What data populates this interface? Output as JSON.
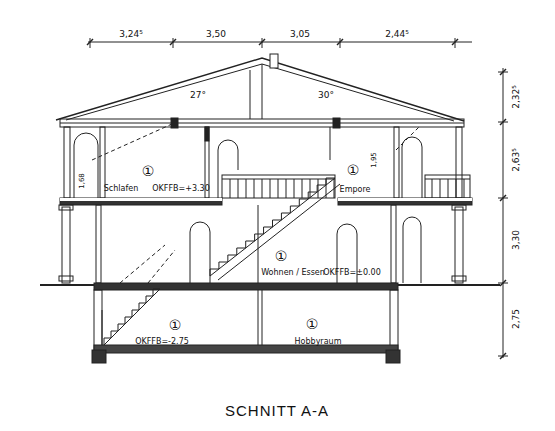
{
  "diagram": {
    "caption": "SCHNITT A-A",
    "labels": [
      "3,24⁵",
      "3,50",
      "3,05",
      "2,44⁵",
      "27°",
      "30°",
      "2,32⁵",
      "2,63⁵",
      "3,30",
      "2,75",
      "①",
      "1,68",
      "Schlafen",
      "OKFFB=+3.30",
      "①",
      "1,95",
      "Empore",
      "①",
      "Wohnen / Essen",
      "OKFFB=±0.00",
      "①",
      "OKFFB=-2.75",
      "①",
      "Hobbyraum"
    ]
  }
}
